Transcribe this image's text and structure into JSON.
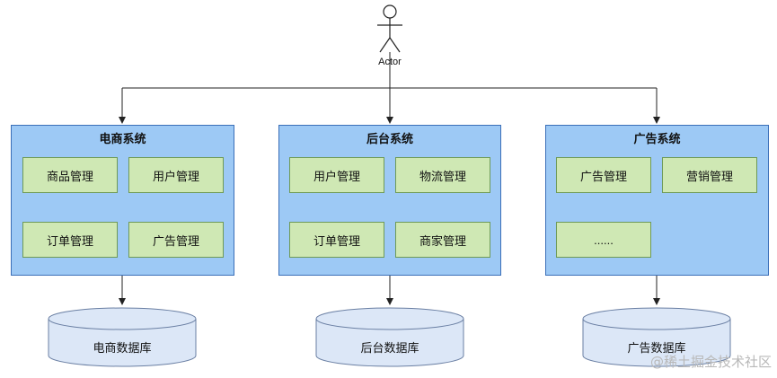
{
  "actor": {
    "label": "Actor"
  },
  "systems": [
    {
      "title": "电商系统",
      "modules": [
        "商品管理",
        "用户管理",
        "订单管理",
        "广告管理"
      ],
      "database": "电商数据库"
    },
    {
      "title": "后台系统",
      "modules": [
        "用户管理",
        "物流管理",
        "订单管理",
        "商家管理"
      ],
      "database": "后台数据库"
    },
    {
      "title": "广告系统",
      "modules": [
        "广告管理",
        "营销管理",
        "......"
      ],
      "database": "广告数据库"
    }
  ],
  "watermark": "@稀土掘金技术社区",
  "colors": {
    "system_fill": "#9dc9f5",
    "system_border": "#3b6fb8",
    "module_fill": "#cfe8b4",
    "module_border": "#6e9a57",
    "database_fill": "#dce7f7",
    "database_border": "#6a7fa3"
  }
}
